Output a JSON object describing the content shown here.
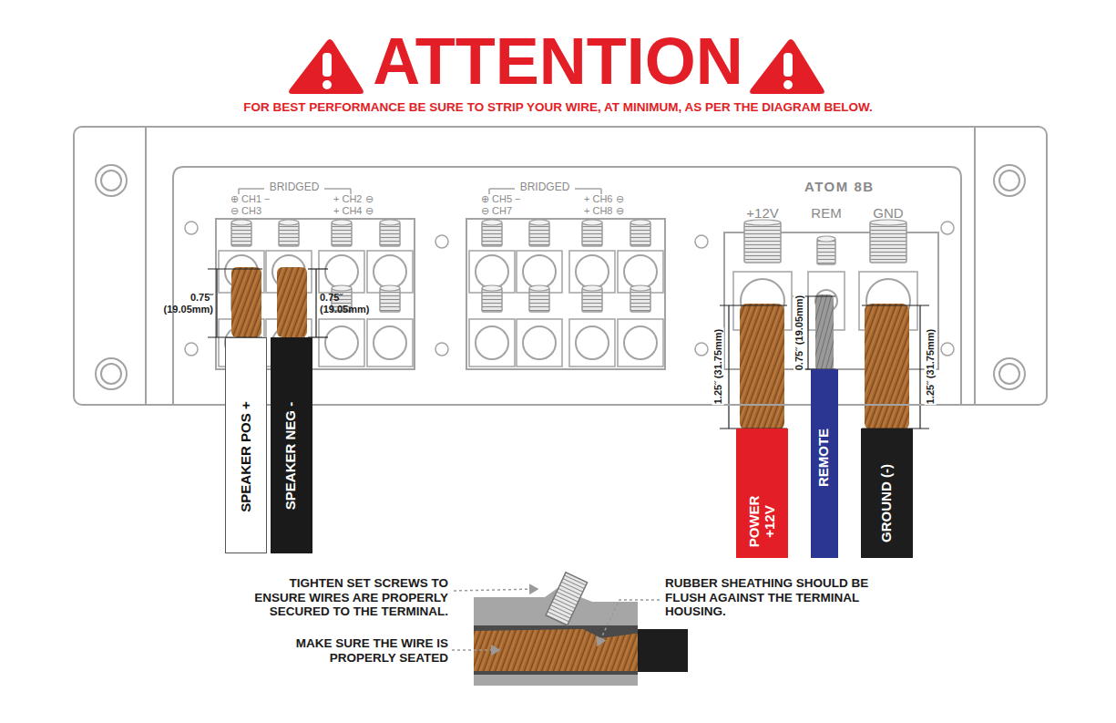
{
  "diagram": {
    "title": "ATTENTION",
    "caption": "FOR BEST PERFORMANCE BE SURE TO STRIP YOUR WIRE, AT MINIMUM, AS PER THE DIAGRAM BELOW.",
    "nodes": [
      {
        "text": [
          "BRIDGED",
          "⊕ CH1 −",
          "+ CH2 ⊖",
          "⊖ CH3",
          "+ CH4 ⊖",
          "BRIDGED",
          "⊕ CH5 −",
          "+ CH6 ⊖",
          "⊖ CH7",
          "+ CH8 ⊖",
          "ATOM 8B",
          "+12V",
          "REM",
          "GND"
        ]
      },
      {
        "text": [
          "SPEAKER POS +"
        ]
      },
      {
        "text": [
          "SPEAKER NEG -"
        ]
      },
      {
        "text": [
          "POWER +12V"
        ]
      },
      {
        "text": [
          "REMOTE"
        ]
      },
      {
        "text": [
          "GROUND (-)"
        ]
      }
    ],
    "labels": [
      "0.75˝ (19.05mm)",
      "0.75˝ (19.05mm)",
      "1.25˝ (31.75mm)",
      "0.75˝ (19.05mm)",
      "1.25˝ (31.75mm)",
      "TIGHTEN SET SCREWS TO ENSURE WIRES ARE PROPERLY SECURED TO THE TERMINAL.",
      "MAKE SURE THE WIRE IS PROPERLY SEATED",
      "RUBBER SHEATHING SHOULD BE FLUSH AGAINST THE TERMINAL HOUSING."
    ]
  }
}
